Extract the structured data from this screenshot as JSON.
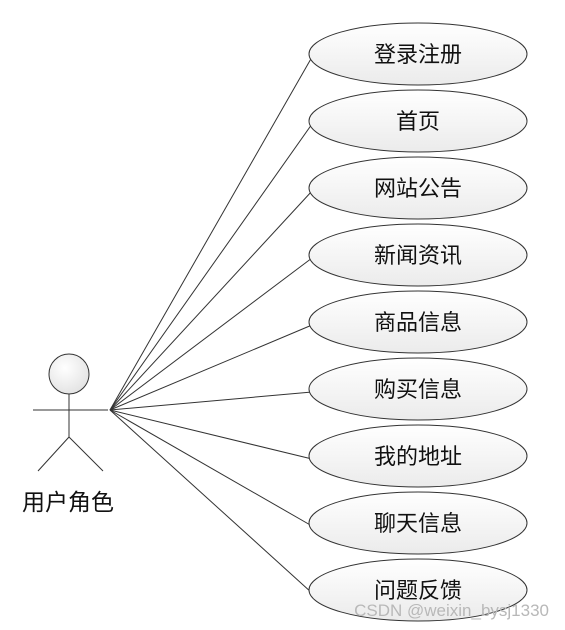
{
  "top_fragment": "",
  "actor": {
    "label": "用户角色"
  },
  "use_cases": [
    {
      "label": "登录注册"
    },
    {
      "label": "首页"
    },
    {
      "label": "网站公告"
    },
    {
      "label": "新闻资讯"
    },
    {
      "label": "商品信息"
    },
    {
      "label": "购买信息"
    },
    {
      "label": "我的地址"
    },
    {
      "label": "聊天信息"
    },
    {
      "label": "问题反馈"
    }
  ],
  "watermark": "CSDN @weixin_bysj1330"
}
